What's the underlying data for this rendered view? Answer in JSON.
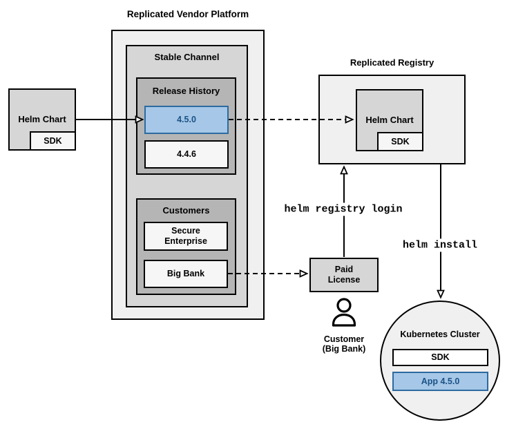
{
  "colors": {
    "line": "#000000",
    "box_light": "#f0f0f0",
    "box_medium": "#d6d6d6",
    "box_dark": "#b5b5b5",
    "box_pale": "#f6f6f6",
    "white": "#ffffff",
    "hl_fill": "#a6c7e7",
    "hl_border": "#2c6aa0",
    "hl_text": "#1a5286"
  },
  "platform": {
    "title": "Replicated Vendor Platform",
    "stable_channel": {
      "label": "Stable Channel",
      "release_history": {
        "label": "Release History",
        "releases": [
          {
            "version": "4.5.0",
            "highlighted": true
          },
          {
            "version": "4.4.6",
            "highlighted": false
          }
        ]
      },
      "customers": {
        "label": "Customers",
        "items": [
          "Secure Enterprise",
          "Big Bank"
        ]
      }
    }
  },
  "vendor_chart": {
    "label": "Helm Chart",
    "sdk_label": "SDK"
  },
  "registry": {
    "title": "Replicated Registry",
    "chart_label": "Helm Chart",
    "sdk_label": "SDK"
  },
  "paid_license": {
    "line1": "Paid",
    "line2": "License"
  },
  "customer": {
    "line1": "Customer",
    "line2": "(Big Bank)"
  },
  "cluster": {
    "title": "Kubernetes Cluster",
    "sdk_label": "SDK",
    "app_label": "App 4.5.0"
  },
  "commands": {
    "registry_login": "helm registry login",
    "install": "helm install"
  }
}
